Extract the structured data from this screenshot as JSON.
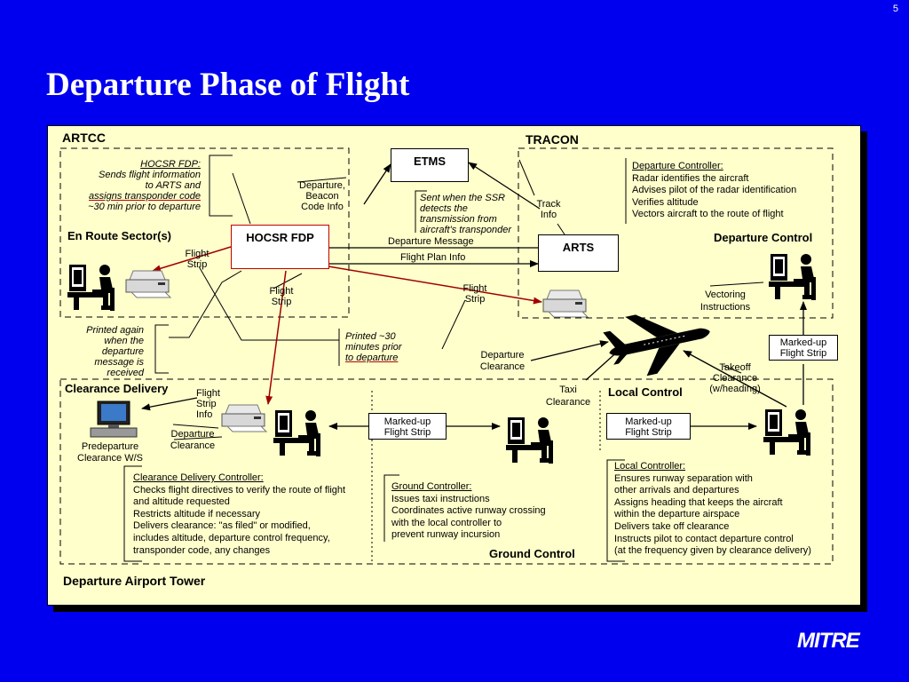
{
  "slide": {
    "page_number": "5",
    "title": "Departure Phase of Flight"
  },
  "logo": {
    "text": "MITRE"
  },
  "regions": {
    "artcc": "ARTCC",
    "tracon": "TRACON",
    "en_route_sectors": "En Route Sector(s)",
    "departure_control": "Departure Control",
    "clearance_delivery": "Clearance Delivery",
    "local_control": "Local Control",
    "ground_control": "Ground Control",
    "departure_airport_tower": "Departure Airport Tower"
  },
  "systems": {
    "etms": "ETMS",
    "hocsr_fdp": "HOCSR FDP",
    "arts": "ARTS"
  },
  "notes": {
    "hocsr_fdp_note": [
      "HOCSR FDP:",
      "Sends flight information",
      "to ARTS and",
      "assigns  transponder code",
      "~30 min prior to departure"
    ],
    "ssr_note": [
      "Sent when the SSR",
      "detects the",
      "transmission from",
      "aircraft's transponder"
    ],
    "printed_again": [
      "Printed again",
      "when the",
      "departure",
      "message is",
      "received"
    ],
    "printed_30": [
      "Printed ~30",
      "minutes prior",
      "to departure"
    ],
    "departure_controller": [
      "Departure Controller:",
      "Radar identifies the aircraft",
      "Advises pilot of the radar identification",
      "Verifies altitude",
      "Vectors aircraft to the route of flight"
    ],
    "clearance_delivery_controller": [
      "Clearance Delivery Controller:",
      "Checks flight directives to verify the route of flight",
      "and altitude requested",
      "Restricts altitude if necessary",
      "Delivers clearance: \"as filed\" or modified,",
      "includes altitude, departure control frequency,",
      "transponder code, any changes"
    ],
    "ground_controller": [
      "Ground Controller:",
      "Issues taxi instructions",
      "Coordinates active runway crossing",
      "with the local controller to",
      "prevent runway incursion"
    ],
    "local_controller": [
      "Local Controller:",
      "Ensures runway separation with",
      "other arrivals and departures",
      "Assigns heading that keeps the aircraft",
      "within the departure airspace",
      "Delivers take off clearance",
      "Instructs pilot to contact departure control",
      "(at the frequency given by clearance delivery)"
    ]
  },
  "labels": {
    "departure_beacon": [
      "Departure,",
      "Beacon",
      "Code Info"
    ],
    "track_info": [
      "Track",
      "Info"
    ],
    "departure_message": "Departure Message",
    "flight_plan_info": "Flight Plan Info",
    "flight_strip_a": [
      "Flight",
      "Strip"
    ],
    "flight_strip_b": [
      "Flight",
      "Strip"
    ],
    "flight_strip_c": [
      "Flight",
      "Strip"
    ],
    "vectoring_instructions": [
      "Vectoring",
      "Instructions"
    ],
    "departure_clearance_top": [
      "Departure",
      "Clearance"
    ],
    "marked_up_top": [
      "Marked-up",
      "Flight Strip"
    ],
    "takeoff_clearance": [
      "Takeoff",
      "Clearance",
      "(w/heading)"
    ],
    "taxi_clearance": [
      "Taxi",
      "Clearance"
    ],
    "flight_strip_info": [
      "Flight",
      "Strip",
      "Info"
    ],
    "departure_clearance_cd": [
      "Departure",
      "Clearance"
    ],
    "predeparture": [
      "Predeparture",
      "Clearance W/S"
    ],
    "marked_up_ground": [
      "Marked-up",
      "Flight Strip"
    ],
    "marked_up_local": [
      "Marked-up",
      "Flight Strip"
    ]
  }
}
